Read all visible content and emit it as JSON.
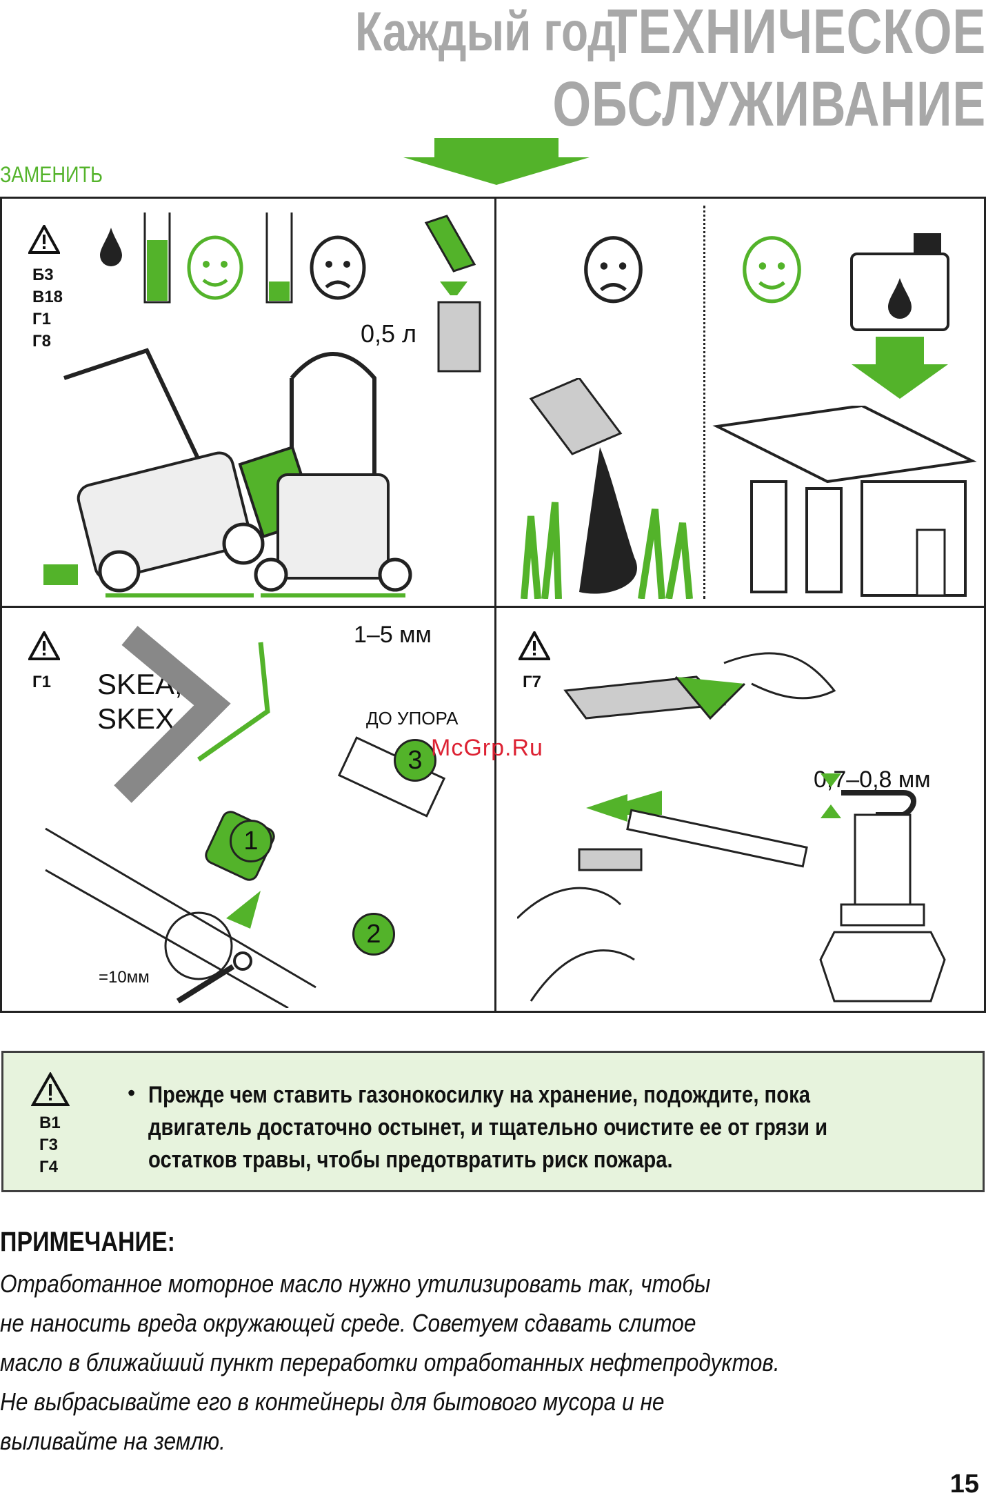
{
  "header": {
    "title": "ТЕХНИЧЕСКОЕ ОБСЛУЖИВАНИЕ",
    "subtitle": "Каждый год",
    "action": "ЗАМЕНИТЬ"
  },
  "panels": {
    "oil_change": {
      "codes": [
        "Б3",
        "В18",
        "Г1",
        "Г8"
      ],
      "volume": "0,5 л"
    },
    "blade": {
      "codes": [
        "Г1"
      ],
      "model": "SKEA,\nSKEX",
      "clearance": "1–5 мм",
      "stop_label": "ДО УПОРА",
      "steps": [
        "1",
        "2",
        "3"
      ],
      "wrench": "=10мм"
    },
    "spark_plug": {
      "codes": [
        "Г7"
      ],
      "gap": "0,7–0,8 мм"
    }
  },
  "warning": {
    "codes": [
      "В1",
      "Г3",
      "Г4"
    ],
    "text": "Прежде чем ставить газонокосилку на хранение, подождите, пока двигатель достаточно остынет, и тщательно очистите ее от грязи и остатков травы, чтобы предотвратить риск пожара."
  },
  "note": {
    "heading": "ПРИМЕЧАНИЕ:",
    "lines": [
      "Отработанное моторное масло нужно утилизировать так, чтобы",
      "не наносить вреда окружающей среде. Советуем сдавать слитое",
      "масло в ближайший пункт переработки отработанных нефтепродуктов.",
      "Не выбрасывайте его в контейнеры для бытового мусора и не",
      "выливайте на землю."
    ]
  },
  "watermark": "McGrp.Ru",
  "page_number": "15",
  "colors": {
    "accent": "#53b32a",
    "title_gray": "#a8a8a8",
    "box_bg": "#e7f3dd"
  }
}
